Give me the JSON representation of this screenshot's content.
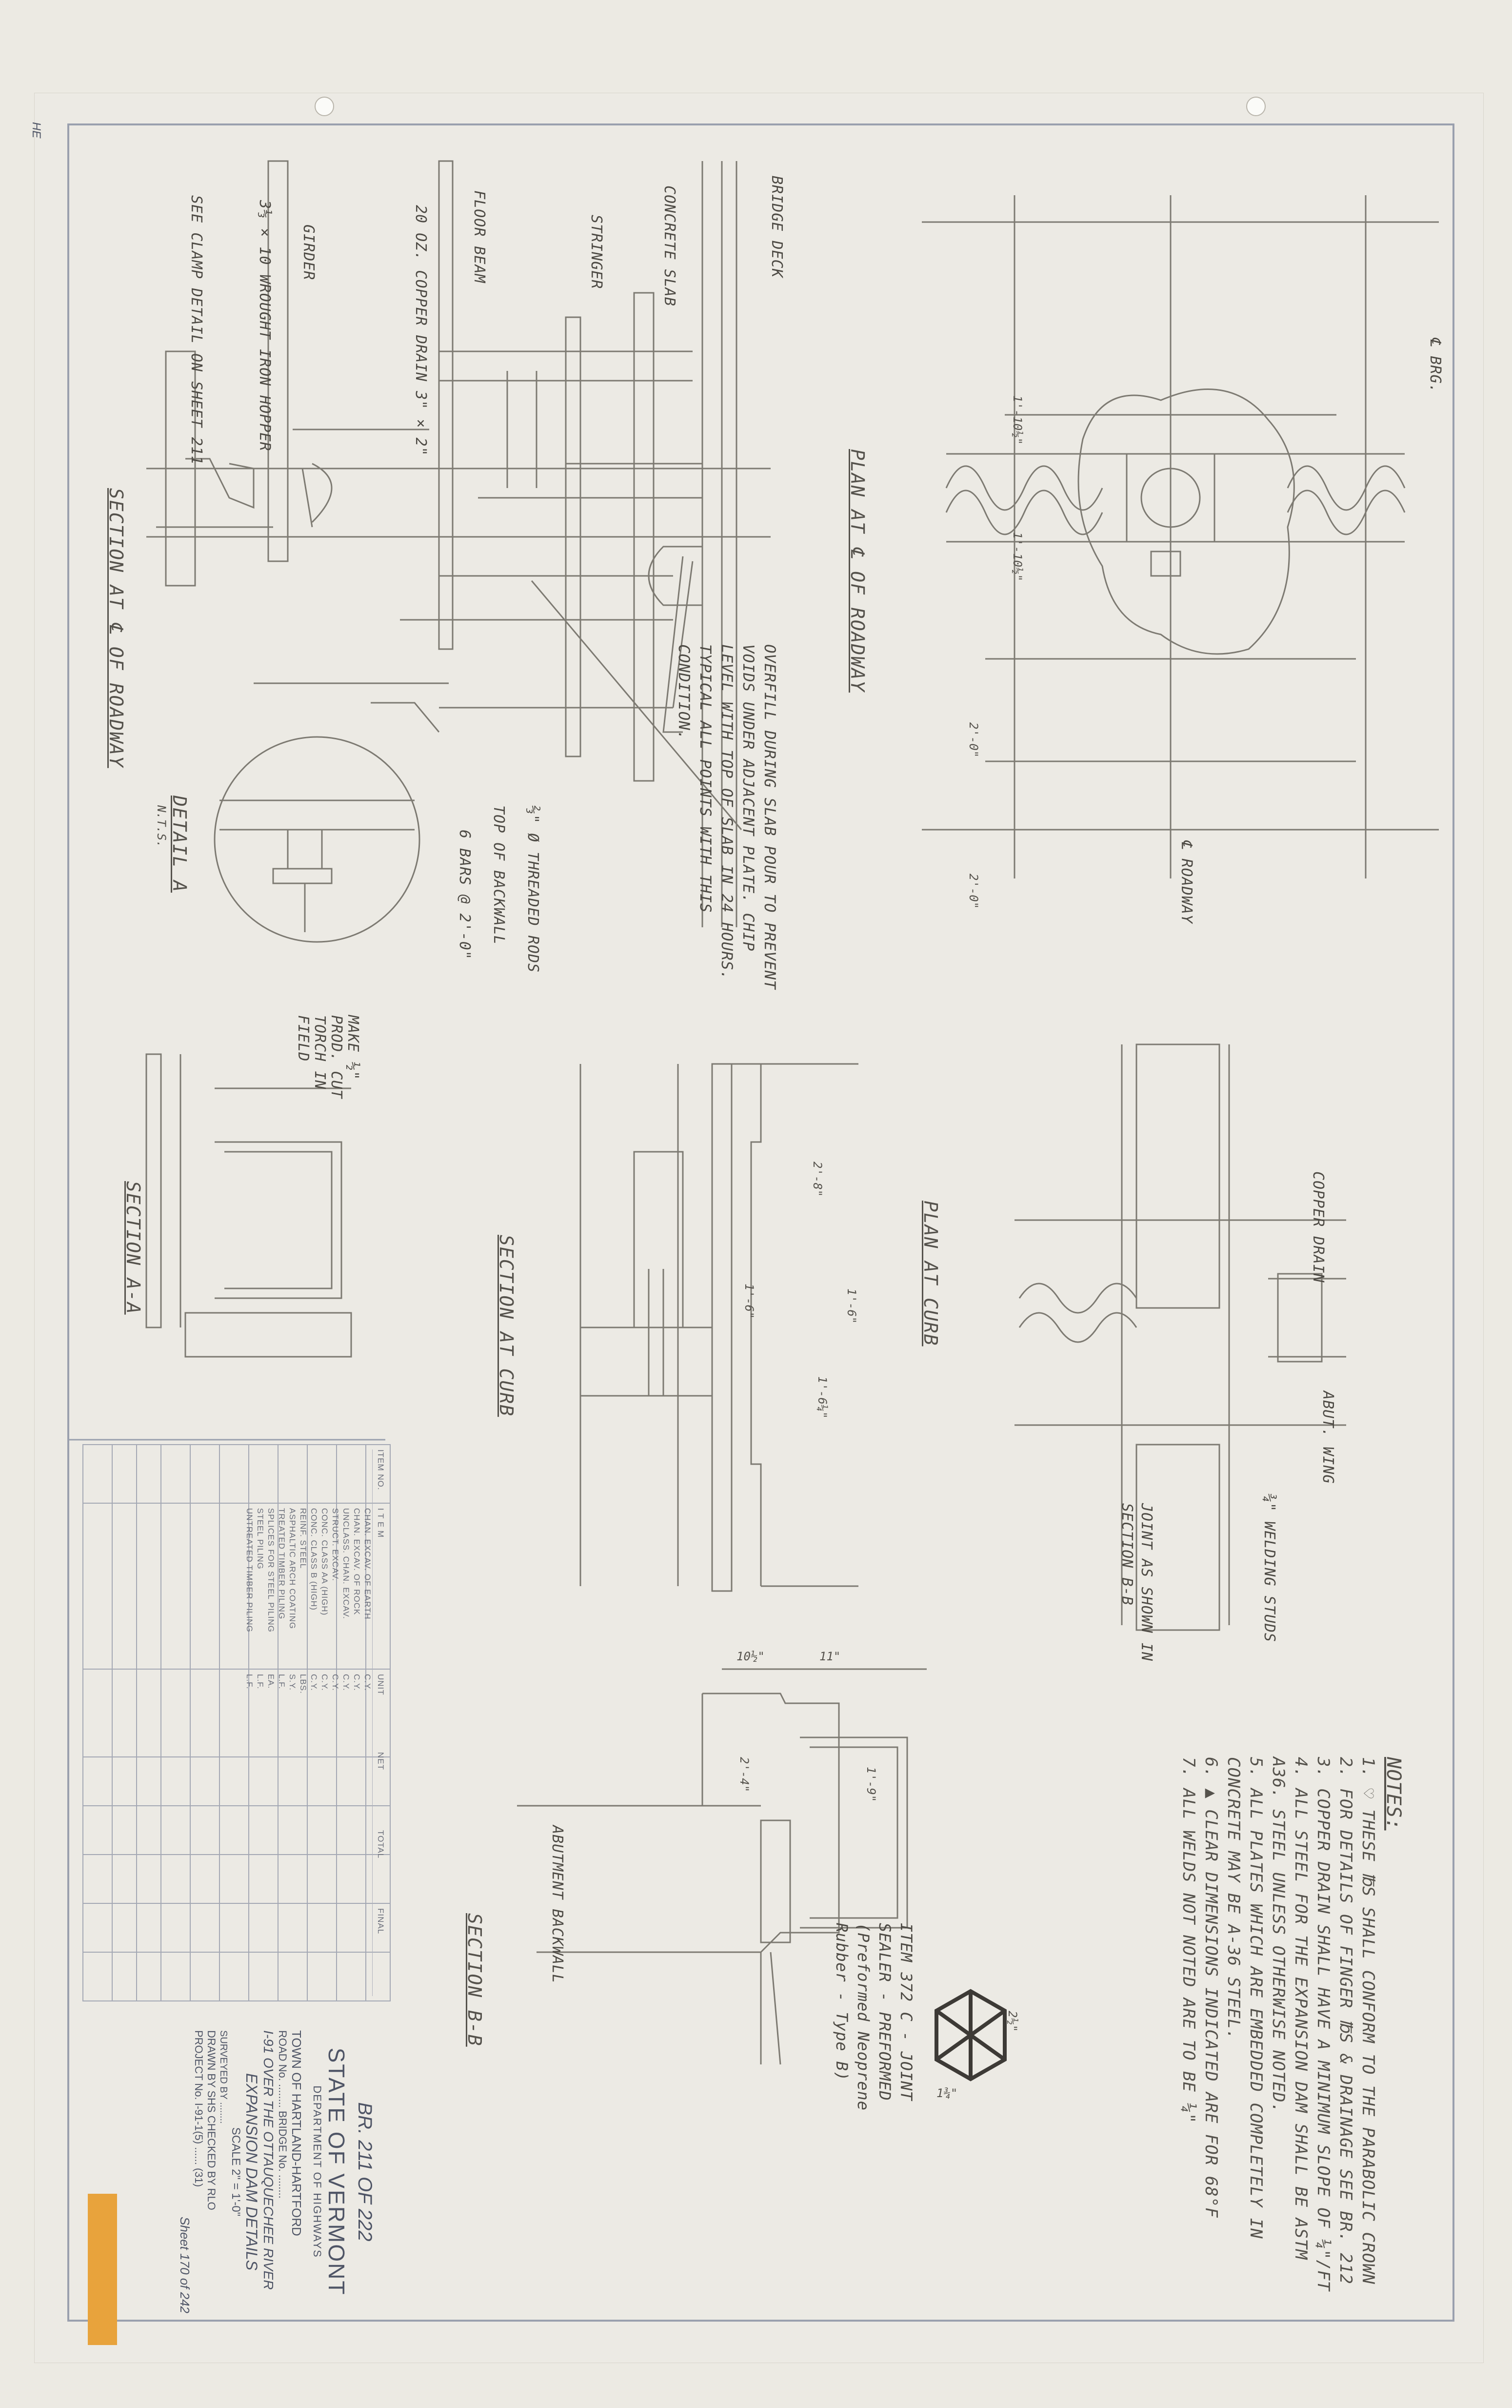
{
  "sheet": {
    "corner_mark": "HE",
    "bridge_ref": "BR. 211 OF 222",
    "state": "STATE OF VERMONT",
    "department": "DEPARTMENT OF HIGHWAYS",
    "town": "TOWN OF HARTLAND-HARTFORD",
    "road_bridge": "ROAD No. ........ BRIDGE No. ........",
    "structure": "I-91 OVER THE OTTAUQUECHEE RIVER",
    "drawing_title": "EXPANSION DAM DETAILS",
    "scale": "SCALE 2\" = 1'-0\"",
    "surveyed": "SURVEYED BY ........",
    "drawn_checked": "DRAWN BY SHS    CHECKED BY RLO",
    "project": "PROJECT No. I-91-1(5) ...... (31)",
    "sheet_no": "Sheet 170 of 242"
  },
  "quantities": {
    "headers": [
      "ITEM NO.",
      "I T E M",
      "UNIT",
      "NET",
      "TOTAL",
      "FINAL"
    ],
    "rows": [
      [
        "",
        "CHAN. EXCAV. OF EARTH",
        "C.Y.",
        "",
        "",
        ""
      ],
      [
        "",
        "CHAN. EXCAV. OF ROCK",
        "C.Y.",
        "",
        "",
        ""
      ],
      [
        "",
        "UNCLASS. CHAN. EXCAV.",
        "C.Y.",
        "",
        "",
        ""
      ],
      [
        "",
        "STRUCT. EXCAV.",
        "C.Y.",
        "",
        "",
        ""
      ],
      [
        "",
        "CONC. CLASS AA (HIGH)",
        "C.Y.",
        "",
        "",
        ""
      ],
      [
        "",
        "CONC. CLASS B (HIGH)",
        "C.Y.",
        "",
        "",
        ""
      ],
      [
        "",
        "REINF. STEEL",
        "LBS.",
        "",
        "",
        ""
      ],
      [
        "",
        "ASPHALTIC ARCH COATING",
        "S.Y.",
        "",
        "",
        ""
      ],
      [
        "",
        "TREATED TIMBER PILING",
        "L.F.",
        "",
        "",
        ""
      ],
      [
        "",
        "SPLICES FOR STEEL PILING",
        "EA.",
        "",
        "",
        ""
      ],
      [
        "",
        "STEEL PILING",
        "L.F.",
        "",
        "",
        ""
      ],
      [
        "",
        "UNTREATED TIMBER PILING",
        "L.F.",
        "",
        "",
        ""
      ]
    ]
  },
  "notes": {
    "heading": "NOTES:",
    "items": [
      "1. ♡ THESE ℔S SHALL CONFORM TO THE PARABOLIC CROWN",
      "2. FOR DETAILS OF FINGER ℔S & DRAINAGE SEE BR. 212",
      "3. COPPER DRAIN SHALL HAVE A MINIMUM SLOPE OF ¼\"/FT",
      "4. ALL STEEL FOR THE EXPANSION DAM SHALL BE ASTM A36. STEEL UNLESS OTHERWISE NOTED.",
      "5. ALL PLATES WHICH ARE EMBEDDED COMPLETELY IN CONCRETE MAY BE A-36 STEEL.",
      "6. ▲ CLEAR DIMENSIONS INDICATED ARE FOR 68°F",
      "7. ALL WELDS NOT NOTED ARE TO BE ¼\""
    ]
  },
  "views": {
    "section_roadway": "SECTION AT ℄ OF ROADWAY",
    "plan_roadway": "PLAN AT ℄ OF ROADWAY",
    "detail_a": "DETAIL A",
    "detail_a_scale": "N.T.S.",
    "section_aa": "SECTION A-A",
    "section_curb": "SECTION AT CURB",
    "plan_curb": "PLAN AT CURB",
    "section_bb": "SECTION B-B"
  },
  "labels": {
    "bridge_deck": "BRIDGE DECK",
    "concrete_slab": "CONCRETE SLAB",
    "girder": "GIRDER",
    "stringer": "STRINGER",
    "floor_beam": "FLOOR BEAM",
    "overfill": "OVERFILL DURING SLAB POUR TO PREVENT VOIDS UNDER ADJACENT PLATE. CHIP LEVEL WITH TOP OF SLAB IN 24 HOURS. TYPICAL ALL POINTS WITH THIS CONDITION.",
    "abut_wing": "ABUT. WING",
    "copper_drain": "COPPER DRAIN",
    "welding_studs": "¾\" WELDING STUDS",
    "joint_as_shown": "JOINT AS SHOWN IN SECTION B-B",
    "abutment_backwall": "ABUTMENT BACKWALL",
    "item_372": "ITEM 372 C - JOINT SEALER - PREFORMED (Preformed Neoprene Rubber - Type B)",
    "make_cut": "MAKE ½\" PROD. CUT TORCH IN FIELD",
    "see_clamp": "SEE CLAMP DETAIL ON SHEET 211",
    "copper_drain_2": "20 OZ. COPPER DRAIN 3\" × 2\"",
    "anchor_bolts": "3⅓ × 10 WROUGHT IRON HOPPER",
    "threaded_rods": "⅔\" Ø THREADED RODS",
    "top_backwall": "TOP OF BACKWALL",
    "bars": "6 BARS @ 2'-0\"",
    "roadway_cl": "℄ ROADWAY",
    "brg": "℄ BRG.",
    "dims": [
      "1'-10½\"",
      "1'-10½\"",
      "2'-0\"",
      "2'-0\"",
      "2'-4\"",
      "1'-6\"",
      "1'-9\"",
      "10½\"",
      "11\"",
      "1'-6\"",
      "2'-8\"",
      "1'-6¼\"",
      "2½\"",
      "1¾\""
    ]
  }
}
